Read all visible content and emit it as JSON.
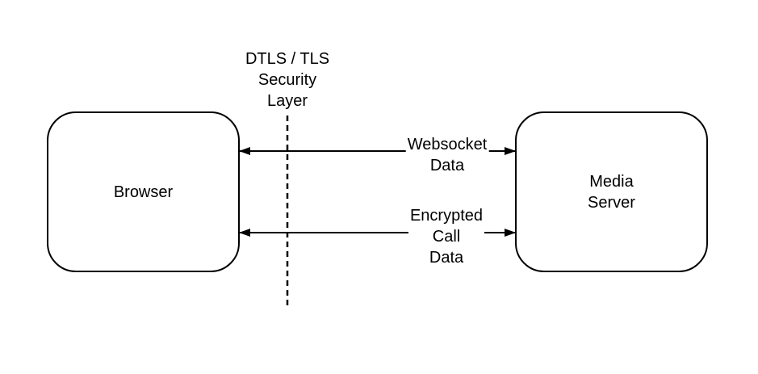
{
  "diagram": {
    "background_color": "#ffffff",
    "stroke_color": "#000000",
    "text_color": "#000000",
    "nodes": {
      "browser": {
        "label": "Browser",
        "shape": "rounded-rectangle"
      },
      "media_server": {
        "label": "Media\nServer",
        "shape": "rounded-rectangle"
      }
    },
    "boundary": {
      "label": "DTLS / TLS\nSecurity\nLayer",
      "style": "dashed-vertical-line"
    },
    "edges": {
      "websocket": {
        "label": "Websocket\nData",
        "from": "Browser",
        "to": "Media Server",
        "direction": "bidirectional"
      },
      "encrypted_call": {
        "label": "Encrypted\nCall\nData",
        "from": "Browser",
        "to": "Media Server",
        "direction": "bidirectional"
      }
    }
  }
}
